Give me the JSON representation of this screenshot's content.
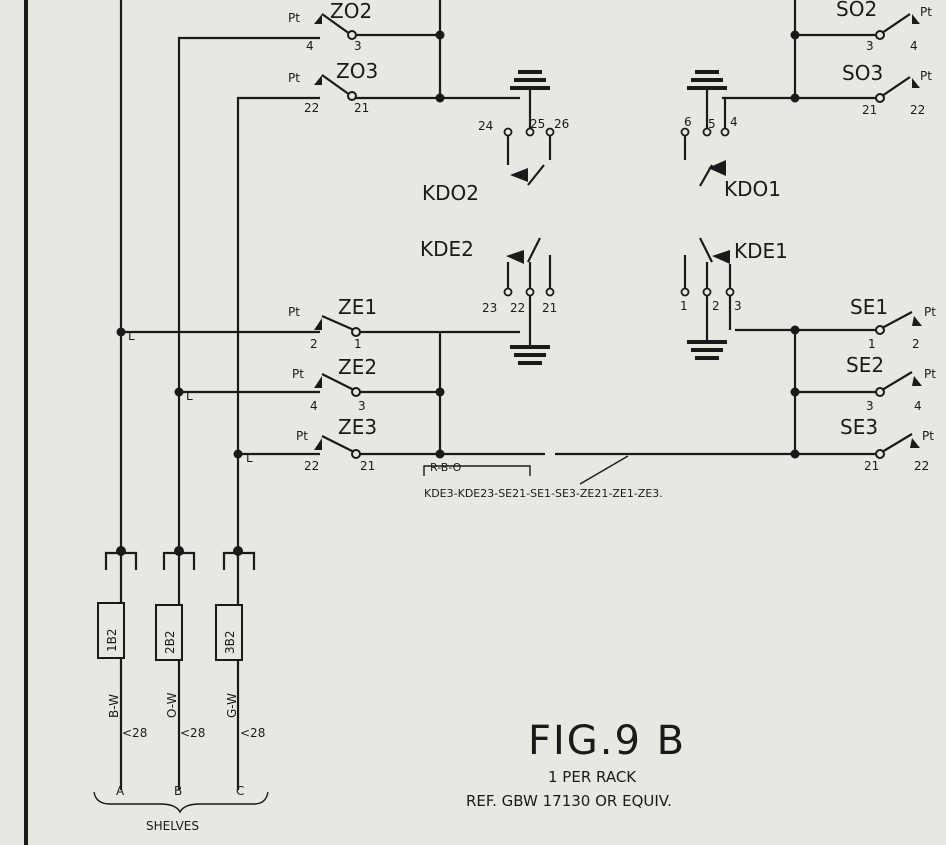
{
  "figure": {
    "title": "FIG.9 B",
    "subtitle": "1 PER RACK",
    "reference": "REF. GBW 17130 OR EQUIV."
  },
  "note": {
    "bracket_label": "R-B-O",
    "text": "KDE3-KDE23-SE21-SE1-SE3-ZE21-ZE1-ZE3."
  },
  "left_switches": [
    {
      "name": "ZO2",
      "pt": "Pt",
      "pin_a": "4",
      "pin_b": "3"
    },
    {
      "name": "ZO3",
      "pt": "Pt",
      "pin_a": "22",
      "pin_b": "21"
    },
    {
      "name": "ZE1",
      "pt": "Pt",
      "pin_a": "2",
      "pin_b": "1"
    },
    {
      "name": "ZE2",
      "pt": "Pt",
      "pin_a": "4",
      "pin_b": "3"
    },
    {
      "name": "ZE3",
      "pt": "Pt",
      "pin_a": "22",
      "pin_b": "21"
    }
  ],
  "right_switches": [
    {
      "name": "SO2",
      "pt": "Pt",
      "pin_a": "3",
      "pin_b": "4"
    },
    {
      "name": "SO3",
      "pt": "Pt",
      "pin_a": "21",
      "pin_b": "22"
    },
    {
      "name": "SE1",
      "pt": "Pt",
      "pin_a": "1",
      "pin_b": "2"
    },
    {
      "name": "SE2",
      "pt": "Pt",
      "pin_a": "3",
      "pin_b": "4"
    },
    {
      "name": "SE3",
      "pt": "Pt",
      "pin_a": "21",
      "pin_b": "22"
    }
  ],
  "relays": [
    {
      "name": "KDO2",
      "pins": [
        "24",
        "25",
        "26"
      ]
    },
    {
      "name": "KDO1",
      "pins": [
        "6",
        "5",
        "4"
      ]
    },
    {
      "name": "KDE2",
      "pins": [
        "23",
        "22",
        "21"
      ]
    },
    {
      "name": "KDE1",
      "pins": [
        "1",
        "2",
        "3"
      ]
    }
  ],
  "fuses": [
    {
      "label": "1B2",
      "wire": "B-W",
      "pin": "<28",
      "shelf": "A"
    },
    {
      "label": "2B2",
      "wire": "O-W",
      "pin": "<28",
      "shelf": "B"
    },
    {
      "label": "3B2",
      "wire": "G-W",
      "pin": "<28",
      "shelf": "C"
    }
  ],
  "ground_marks": [
    "L",
    "L",
    "L"
  ],
  "shelves_label": "SHELVES",
  "colors": {
    "ink": "#1a1a1a",
    "paper": "#e9e7e1"
  }
}
